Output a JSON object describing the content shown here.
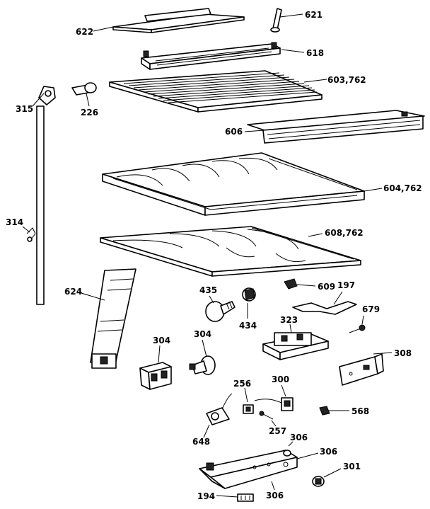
{
  "diagram": {
    "labels": {
      "p622": "622",
      "p621": "621",
      "p618": "618",
      "p603": "603,762",
      "p315": "315",
      "p226": "226",
      "p606": "606",
      "p604": "604,762",
      "p314": "314",
      "p608": "608,762",
      "p624": "624",
      "p435": "435",
      "p609": "609",
      "p197": "197",
      "p434": "434",
      "p679": "679",
      "p323": "323",
      "p304a": "304",
      "p304b": "304",
      "p308": "308",
      "p256": "256",
      "p300": "300",
      "p568": "568",
      "p257": "257",
      "p648": "648",
      "p306a": "306",
      "p306b": "306",
      "p301": "301",
      "p194": "194",
      "p306c": "306"
    }
  }
}
